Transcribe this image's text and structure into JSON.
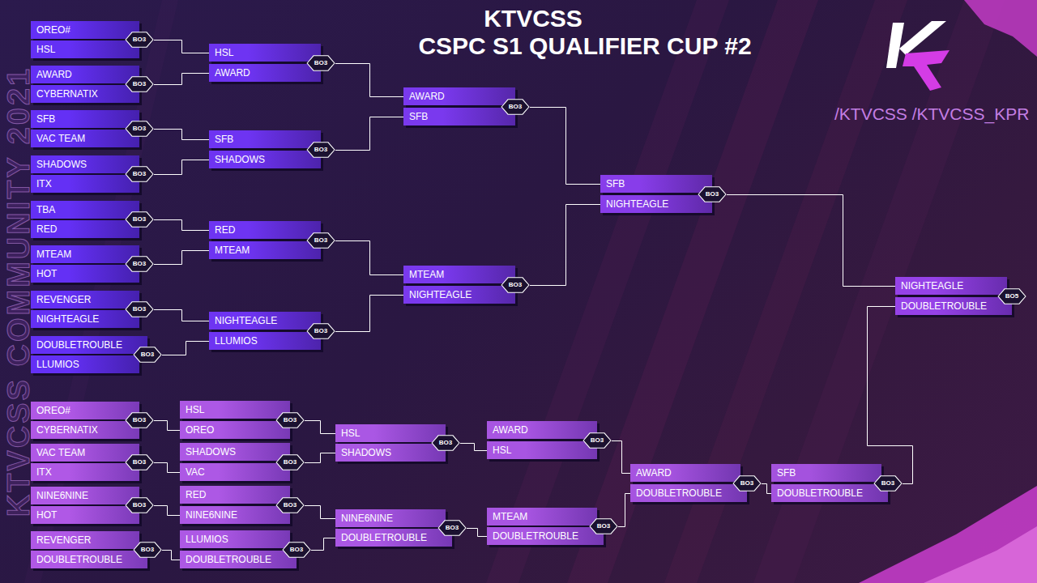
{
  "diagram": {
    "title": "KTVCSS",
    "nodes": [
      {
        "text": [
          "OREO#"
        ]
      },
      {
        "text": [
          "HSL"
        ]
      },
      {
        "text": [
          "BO3"
        ]
      },
      {
        "text": [
          "AWARD"
        ]
      },
      {
        "text": [
          "CYBERNATIX"
        ]
      },
      {
        "text": [
          "BO3"
        ]
      },
      {
        "text": [
          "SFB"
        ]
      },
      {
        "text": [
          "VAC TEAM"
        ]
      },
      {
        "text": [
          "BO3"
        ]
      },
      {
        "text": [
          "SHADOWS"
        ]
      },
      {
        "text": [
          "ITX"
        ]
      },
      {
        "text": [
          "BO3"
        ]
      },
      {
        "text": [
          "TBA"
        ]
      },
      {
        "text": [
          "RED"
        ]
      },
      {
        "text": [
          "BO3"
        ]
      },
      {
        "text": [
          "MTEAM"
        ]
      },
      {
        "text": [
          "HOT"
        ]
      },
      {
        "text": [
          "BO3"
        ]
      },
      {
        "text": [
          "REVENGER"
        ]
      },
      {
        "text": [
          "NIGHTEAGLE"
        ]
      },
      {
        "text": [
          "BO3"
        ]
      },
      {
        "text": [
          "DOUBLETROUBLE"
        ]
      },
      {
        "text": [
          "LLUMIOS"
        ]
      },
      {
        "text": [
          "BO3"
        ]
      },
      {
        "text": [
          "HSL"
        ]
      },
      {
        "text": [
          "AWARD"
        ]
      },
      {
        "text": [
          "BO3"
        ]
      },
      {
        "text": [
          "SFB"
        ]
      },
      {
        "text": [
          "SHADOWS"
        ]
      },
      {
        "text": [
          "BO3"
        ]
      },
      {
        "text": [
          "RED"
        ]
      },
      {
        "text": [
          "MTEAM"
        ]
      },
      {
        "text": [
          "BO3"
        ]
      },
      {
        "text": [
          "NIGHTEAGLE"
        ]
      },
      {
        "text": [
          "LLUMIOS"
        ]
      },
      {
        "text": [
          "BO3"
        ]
      },
      {
        "text": [
          "AWARD"
        ]
      },
      {
        "text": [
          "SFB"
        ]
      },
      {
        "text": [
          "BO3"
        ]
      },
      {
        "text": [
          "MTEAM"
        ]
      },
      {
        "text": [
          "NIGHTEAGLE"
        ]
      },
      {
        "text": [
          "BO3"
        ]
      },
      {
        "text": [
          "SFB"
        ]
      },
      {
        "text": [
          "NIGHTEAGLE"
        ]
      },
      {
        "text": [
          "BO3"
        ]
      },
      {
        "text": [
          "NIGHTEAGLE"
        ]
      },
      {
        "text": [
          "DOUBLETROUBLE"
        ]
      },
      {
        "text": [
          "BO5"
        ]
      },
      {
        "text": [
          "OREO#"
        ]
      },
      {
        "text": [
          "CYBERNATIX"
        ]
      },
      {
        "text": [
          "BO3"
        ]
      },
      {
        "text": [
          "VAC TEAM"
        ]
      },
      {
        "text": [
          "ITX"
        ]
      },
      {
        "text": [
          "BO3"
        ]
      },
      {
        "text": [
          "NINE6NINE"
        ]
      },
      {
        "text": [
          "HOT"
        ]
      },
      {
        "text": [
          "BO3"
        ]
      },
      {
        "text": [
          "REVENGER"
        ]
      },
      {
        "text": [
          "DOUBLETROUBLE"
        ]
      },
      {
        "text": [
          "BO3"
        ]
      },
      {
        "text": [
          "HSL"
        ]
      },
      {
        "text": [
          "OREO"
        ]
      },
      {
        "text": [
          "BO3"
        ]
      },
      {
        "text": [
          "SHADOWS"
        ]
      },
      {
        "text": [
          "VAC"
        ]
      },
      {
        "text": [
          "BO3"
        ]
      },
      {
        "text": [
          "RED"
        ]
      },
      {
        "text": [
          "NINE6NINE"
        ]
      },
      {
        "text": [
          "BO3"
        ]
      },
      {
        "text": [
          "LLUMIOS"
        ]
      },
      {
        "text": [
          "DOUBLETROUBLE"
        ]
      },
      {
        "text": [
          "BO3"
        ]
      },
      {
        "text": [
          "HSL"
        ]
      },
      {
        "text": [
          "SHADOWS"
        ]
      },
      {
        "text": [
          "BO3"
        ]
      },
      {
        "text": [
          "NINE6NINE"
        ]
      },
      {
        "text": [
          "DOUBLETROUBLE"
        ]
      },
      {
        "text": [
          "BO3"
        ]
      },
      {
        "text": [
          "AWARD"
        ]
      },
      {
        "text": [
          "HSL"
        ]
      },
      {
        "text": [
          "BO3"
        ]
      },
      {
        "text": [
          "MTEAM"
        ]
      },
      {
        "text": [
          "DOUBLETROUBLE"
        ]
      },
      {
        "text": [
          "BO3"
        ]
      },
      {
        "text": [
          "AWARD"
        ]
      },
      {
        "text": [
          "DOUBLETROUBLE"
        ]
      },
      {
        "text": [
          "BO3"
        ]
      },
      {
        "text": [
          "SFB"
        ]
      },
      {
        "text": [
          "DOUBLETROUBLE"
        ]
      },
      {
        "text": [
          "BO3"
        ]
      }
    ],
    "edges": [
      {
        "from": 2,
        "to": 24,
        "arrow": "none"
      },
      {
        "from": 5,
        "to": 25,
        "arrow": "none"
      },
      {
        "from": 8,
        "to": 27,
        "arrow": "none"
      },
      {
        "from": 11,
        "to": 28,
        "arrow": "none"
      },
      {
        "from": 14,
        "to": 30,
        "arrow": "none"
      },
      {
        "from": 17,
        "to": 31,
        "arrow": "none"
      },
      {
        "from": 20,
        "to": 33,
        "arrow": "none"
      },
      {
        "from": 23,
        "to": 34,
        "arrow": "none"
      },
      {
        "from": 26,
        "to": 36,
        "arrow": "none"
      },
      {
        "from": 29,
        "to": 37,
        "arrow": "none"
      },
      {
        "from": 32,
        "to": 39,
        "arrow": "none"
      },
      {
        "from": 35,
        "to": 40,
        "arrow": "none"
      },
      {
        "from": 38,
        "to": 42,
        "arrow": "none"
      },
      {
        "from": 41,
        "to": 43,
        "arrow": "none"
      },
      {
        "from": 44,
        "to": 45,
        "arrow": "none"
      },
      {
        "from": 50,
        "to": 61,
        "arrow": "none"
      },
      {
        "from": 53,
        "to": 64,
        "arrow": "none"
      },
      {
        "from": 56,
        "to": 67,
        "arrow": "none"
      },
      {
        "from": 59,
        "to": 70,
        "arrow": "none"
      },
      {
        "from": 62,
        "to": 72,
        "arrow": "none"
      },
      {
        "from": 65,
        "to": 73,
        "arrow": "none"
      },
      {
        "from": 68,
        "to": 75,
        "arrow": "none"
      },
      {
        "from": 71,
        "to": 76,
        "arrow": "none"
      },
      {
        "from": 74,
        "to": 79,
        "arrow": "none"
      },
      {
        "from": 77,
        "to": 82,
        "arrow": "none"
      },
      {
        "from": 80,
        "to": 84,
        "arrow": "none"
      },
      {
        "from": 83,
        "to": 85,
        "arrow": "none"
      },
      {
        "from": 86,
        "to": 88,
        "arrow": "none"
      },
      {
        "from": 89,
        "to": 46,
        "arrow": "none"
      }
    ],
    "labels": [
      "CSPC S1 QUALIFIER CUP #2",
      "/KTVCSS /KTVCSS_KPR",
      "KTVCSS COMMUNITY 2021"
    ]
  }
}
